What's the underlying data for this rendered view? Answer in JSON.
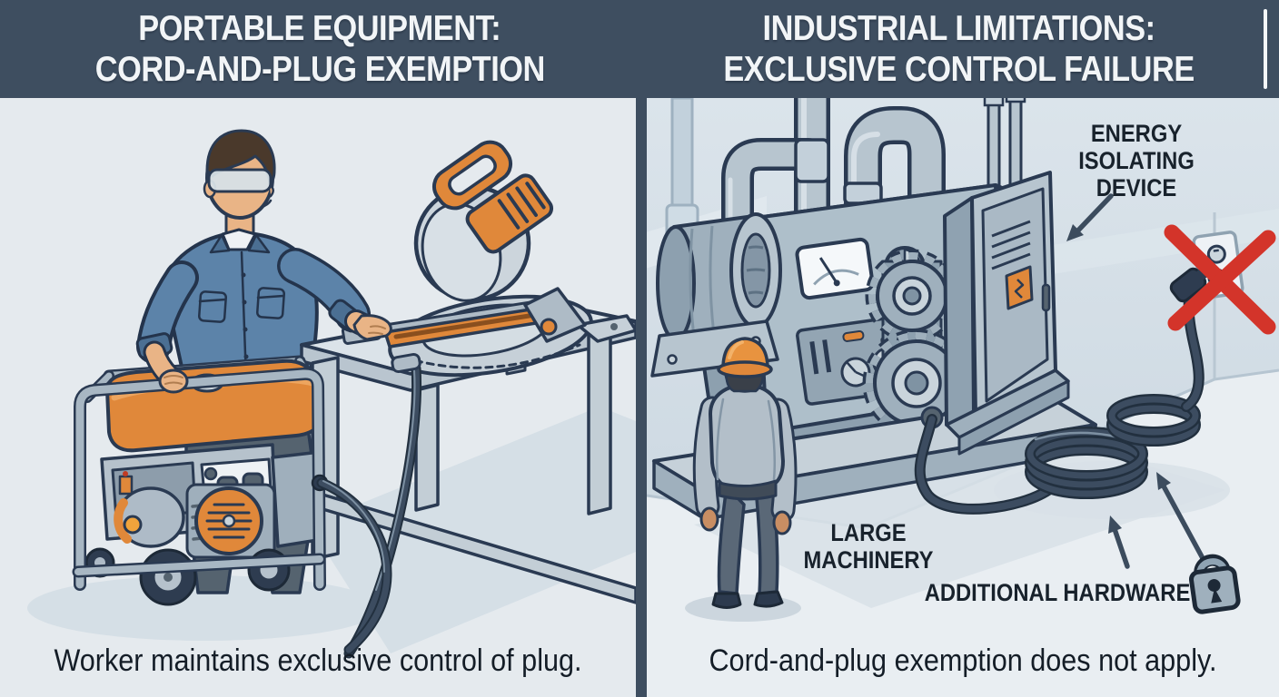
{
  "header": {
    "left": {
      "line1": "PORTABLE EQUIPMENT:",
      "line2": "CORD-AND-PLUG EXEMPTION"
    },
    "right": {
      "line1": "INDUSTRIAL LIMITATIONS:",
      "line2": "EXCLUSIVE CONTROL FAILURE"
    }
  },
  "left_panel": {
    "caption": "Worker maintains exclusive control of plug.",
    "illustration": [
      "worker-with-safety-glasses",
      "miter-saw-on-workbench",
      "portable-generator",
      "power-cord-with-plug"
    ]
  },
  "right_panel": {
    "caption": "Cord-and-plug exemption does not apply.",
    "labels": {
      "energy_isolating_device": [
        "ENERGY",
        "ISOLATING",
        "DEVICE"
      ],
      "large_machinery": [
        "LARGE",
        "MACHINERY"
      ],
      "additional_hardware": "ADDITIONAL HARDWARE"
    },
    "illustration": [
      "large-industrial-machine",
      "energy-isolating-cabinet",
      "worker-with-hard-hat",
      "coiled-cord",
      "crossed-out-plug",
      "padlock"
    ]
  },
  "colors": {
    "header_bg": "#3e4e60",
    "panel_bg": "#e5eaee",
    "wall": "#cfdbe4",
    "floor": "#e9eef2",
    "accent_orange": "#e0883a",
    "outline_navy": "#2a3a52",
    "red_x": "#d3342a",
    "cord": "#2e3c50",
    "text_dark": "#141d27",
    "header_text": "#f2f5f7"
  }
}
